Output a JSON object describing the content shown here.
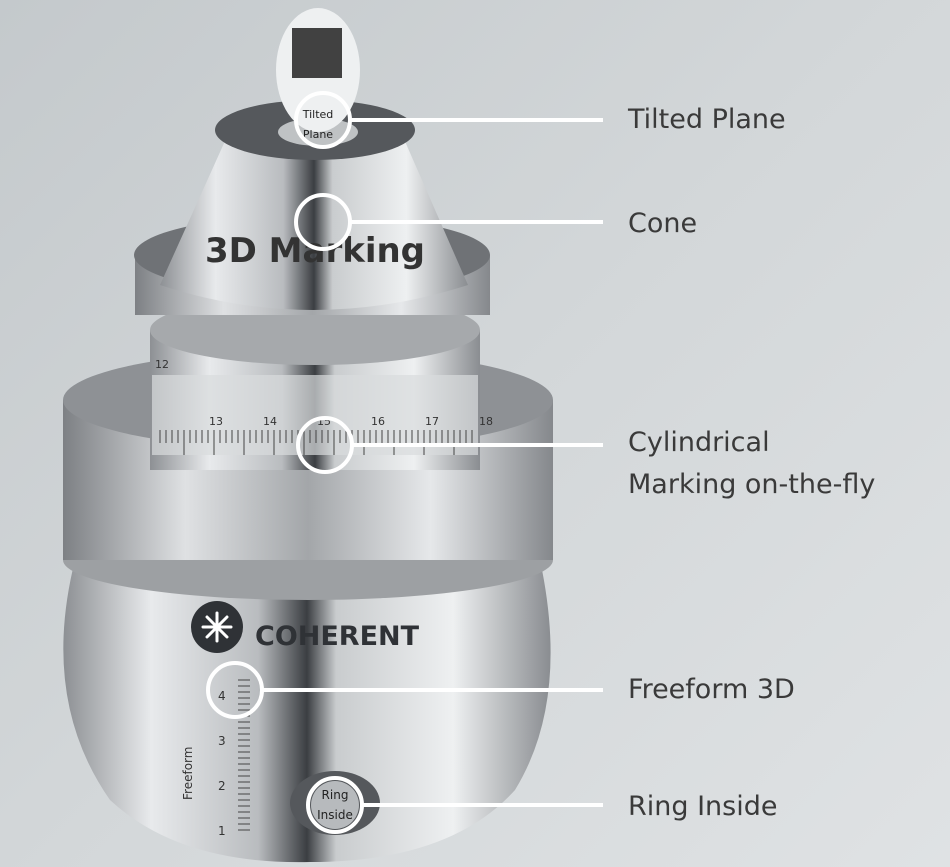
{
  "object_text": {
    "tag": [
      "Tilted",
      "Plane"
    ],
    "cone_text": "3D Marking",
    "ruler_numbers": [
      "12",
      "13",
      "14",
      "15",
      "16",
      "17",
      "18"
    ],
    "brand": "COHERENT",
    "freeform_label": "Freeform",
    "freeform_numbers": [
      "1",
      "2",
      "3",
      "4"
    ],
    "ring": [
      "Ring",
      "Inside"
    ]
  },
  "callouts": [
    {
      "label": "Tilted Plane"
    },
    {
      "label": "Cone"
    },
    {
      "label": "Cylindrical",
      "label2": "Marking on-the-fly"
    },
    {
      "label": "Freeform 3D"
    },
    {
      "label": "Ring Inside"
    }
  ],
  "colors": {
    "background": "#d3d7d9",
    "callout": "#ffffff",
    "label_text": "#3a3a3a"
  }
}
